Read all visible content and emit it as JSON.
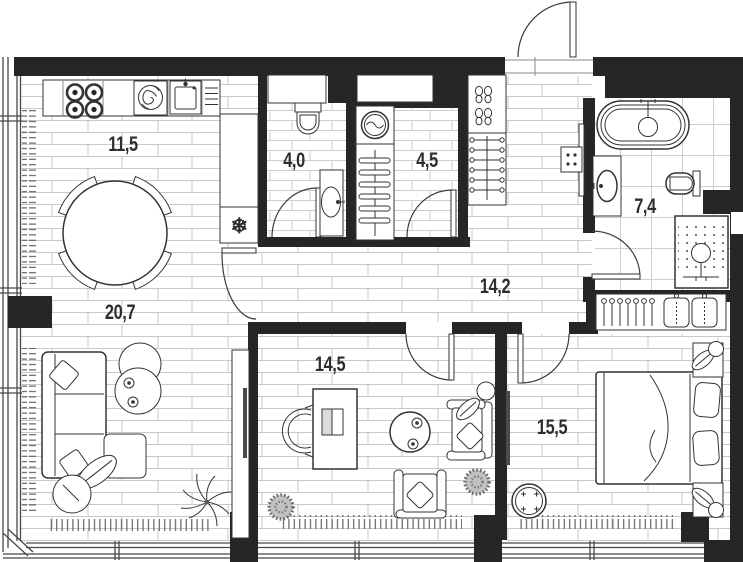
{
  "plan": {
    "type": "apartment-floor-plan",
    "rooms": [
      {
        "id": "kitchen-dining",
        "area": "11,5"
      },
      {
        "id": "wc",
        "area": "4,0"
      },
      {
        "id": "laundry-bath",
        "area": "4,5"
      },
      {
        "id": "bathroom",
        "area": "7,4"
      },
      {
        "id": "hallway",
        "area": "14,2"
      },
      {
        "id": "living-room",
        "area": "20,7"
      },
      {
        "id": "study",
        "area": "14,5"
      },
      {
        "id": "bedroom",
        "area": "15,5"
      }
    ],
    "icons": {
      "fridge_snowflake": "❄"
    },
    "colors": {
      "wall": "#262626",
      "fixture_line": "#333333",
      "floor_line": "#c9c9c9",
      "background": "#ffffff"
    }
  }
}
